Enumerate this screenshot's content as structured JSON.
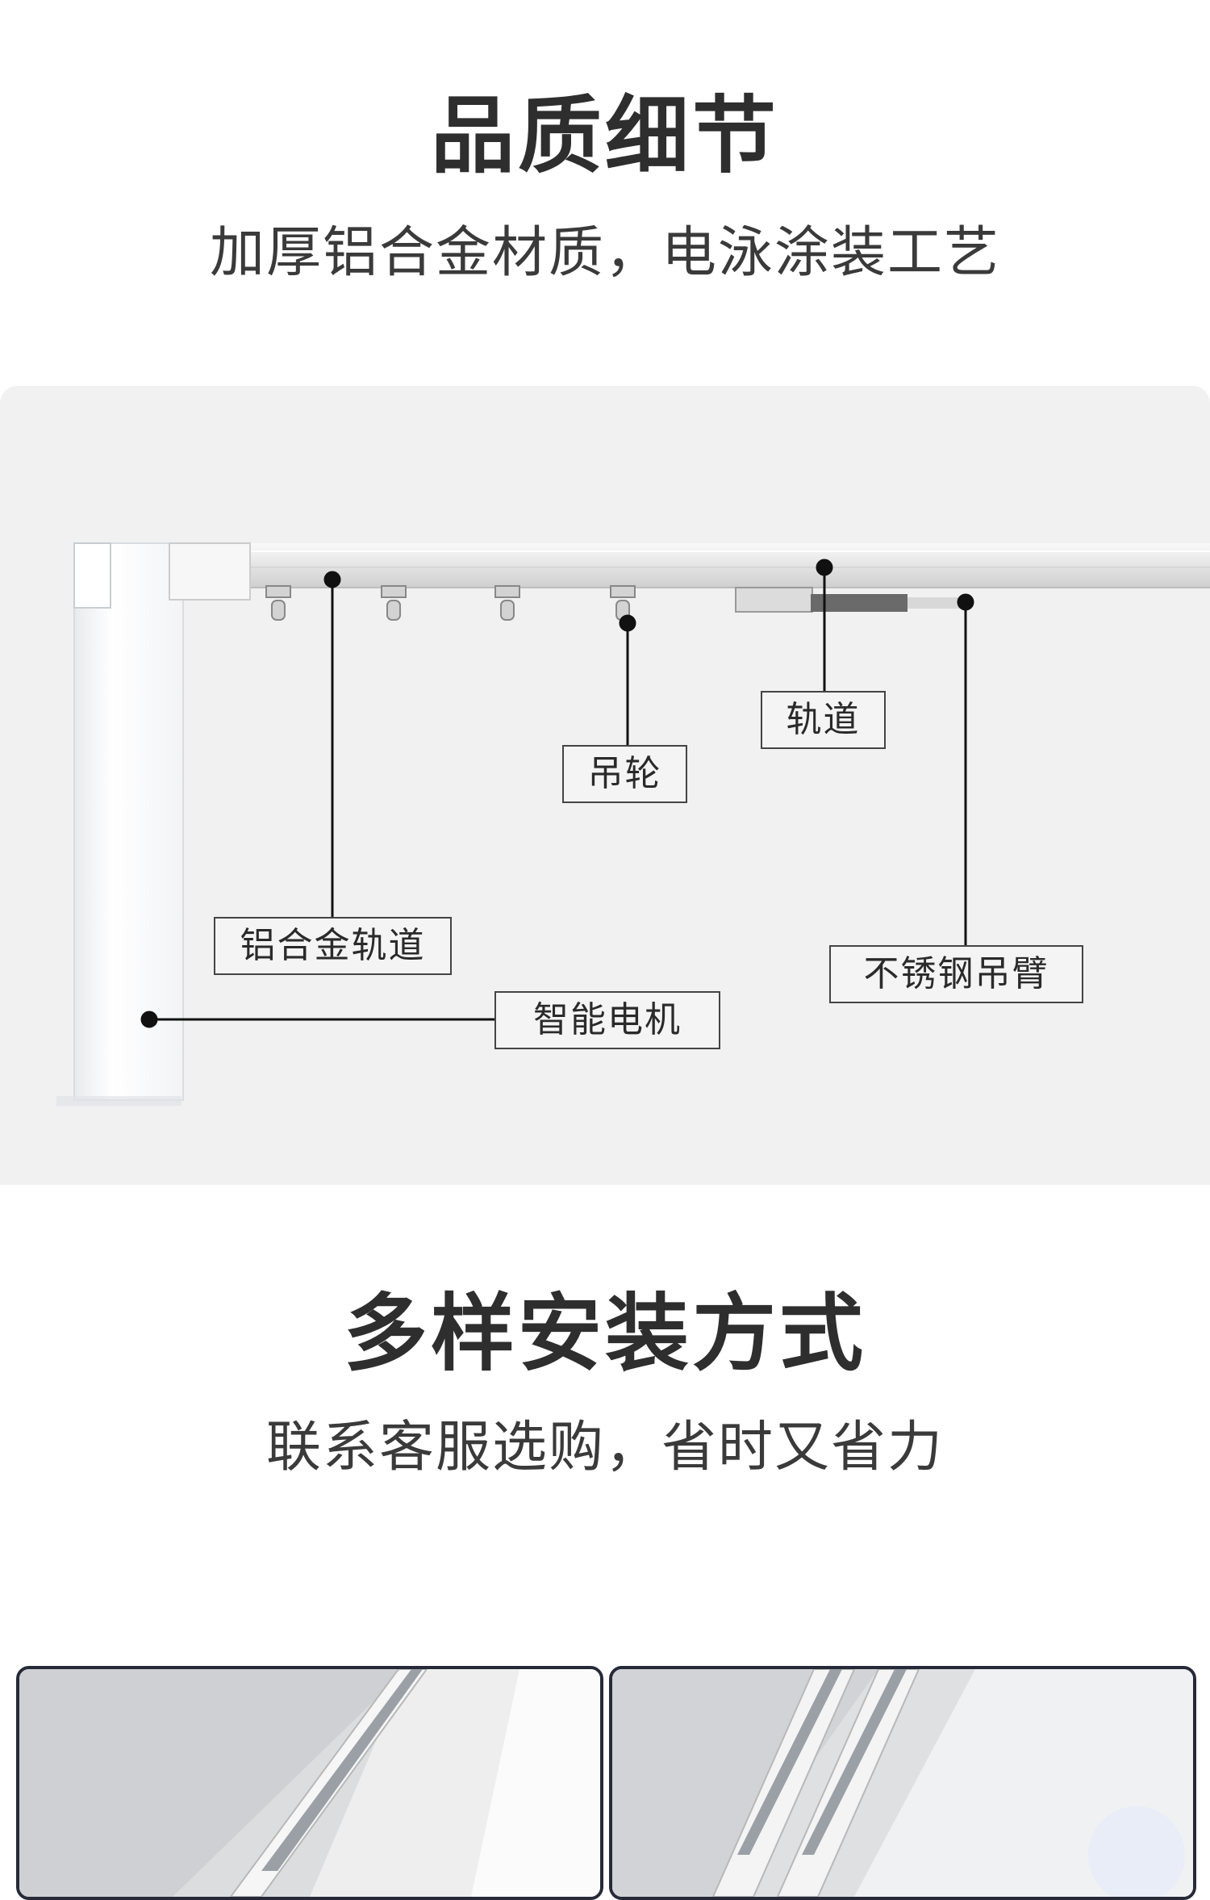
{
  "quality_section": {
    "title": "品质细节",
    "subtitle": "加厚铝合金材质，电泳涂装工艺",
    "diagram_labels": {
      "aluminum_track": "铝合金轨道",
      "pulley": "吊轮",
      "track": "轨道",
      "stainless_arm": "不锈钢吊臂",
      "smart_motor": "智能电机"
    }
  },
  "install_section": {
    "title": "多样安装方式",
    "subtitle": "联系客服选购，省时又省力"
  }
}
